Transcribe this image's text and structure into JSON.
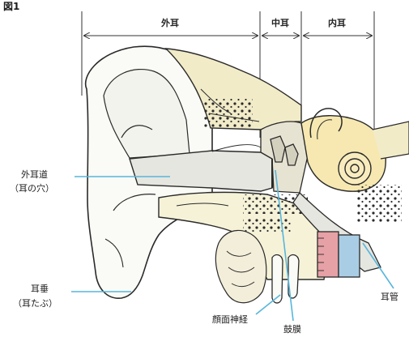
{
  "figure": {
    "label": "図1"
  },
  "sections": {
    "outer_ear": "外耳",
    "middle_ear": "中耳",
    "inner_ear": "内耳"
  },
  "labels": {
    "ear_canal": "外耳道",
    "ear_canal_sub": "（耳の穴）",
    "earlobe": "耳垂",
    "earlobe_sub": "（耳たぶ）",
    "facial_nerve": "顔面神経",
    "eardrum": "鼓膜",
    "eustachian_tube": "耳管"
  },
  "colors": {
    "leader_line": "#57b6dc",
    "skin_shade": "#e6e6e0",
    "bone_fill": "#f1ebc8",
    "inner_ear_fill": "#f6e8b0",
    "tube_red": "#e6a1a6",
    "tube_blue": "#a9cde4",
    "outline": "#2a2a2a"
  }
}
